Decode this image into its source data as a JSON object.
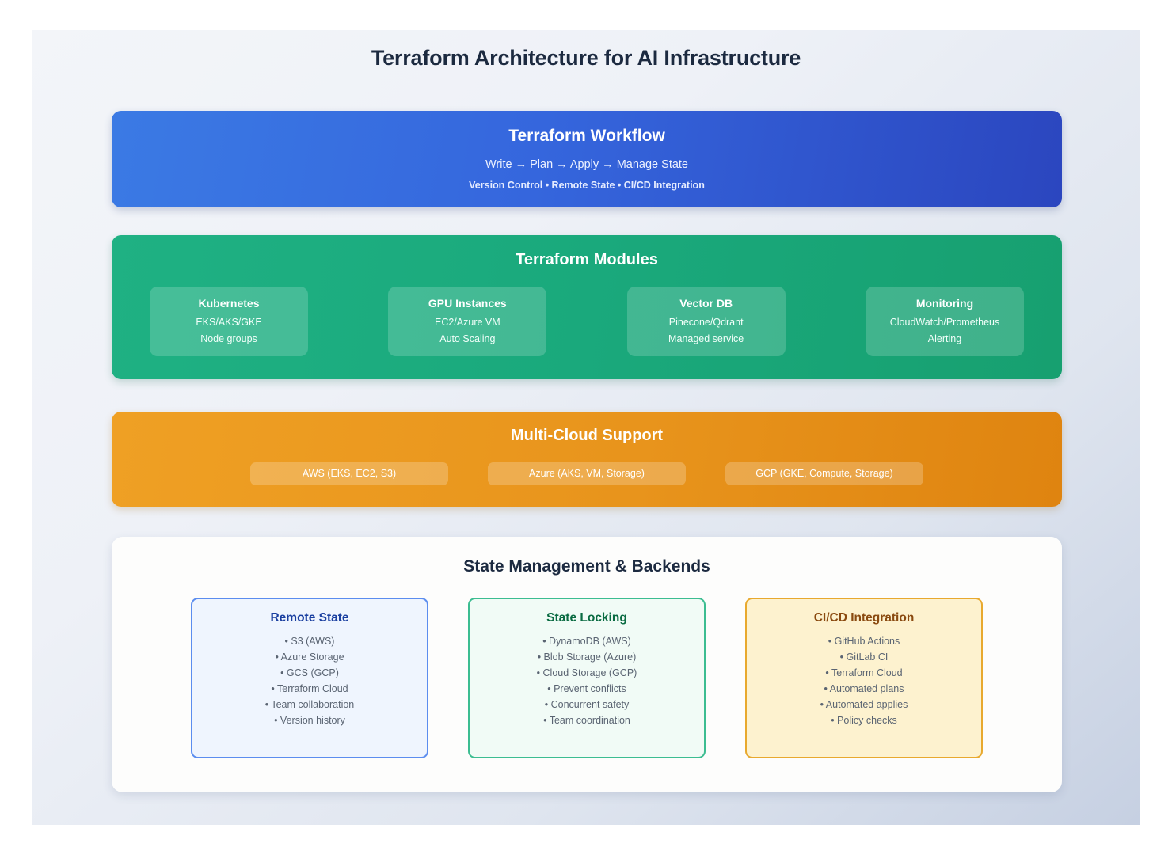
{
  "page": {
    "title": "Terraform Architecture for AI Infrastructure"
  },
  "workflow": {
    "title": "Terraform Workflow",
    "flow": "Write → Plan → Apply → Manage State",
    "features": "Version Control • Remote State • CI/CD Integration",
    "color": "#3566dd"
  },
  "modules": {
    "title": "Terraform Modules",
    "color": "#1aa97c",
    "cards": [
      {
        "title": "Kubernetes",
        "line1": "EKS/AKS/GKE",
        "line2": "Node groups"
      },
      {
        "title": "GPU Instances",
        "line1": "EC2/Azure VM",
        "line2": "Auto Scaling"
      },
      {
        "title": "Vector DB",
        "line1": "Pinecone/Qdrant",
        "line2": "Managed service"
      },
      {
        "title": "Monitoring",
        "line1": "CloudWatch/Prometheus",
        "line2": "Alerting"
      }
    ]
  },
  "multicloud": {
    "title": "Multi-Cloud Support",
    "color": "#e8941c",
    "pills": [
      {
        "label": "AWS (EKS, EC2, S3)"
      },
      {
        "label": "Azure (AKS, VM, Storage)"
      },
      {
        "label": "GCP (GKE, Compute, Storage)"
      }
    ]
  },
  "state_management": {
    "title": "State Management & Backends",
    "cards": [
      {
        "title": "Remote State",
        "border_color": "#5b8def",
        "bg_color": "#eff5fe",
        "title_color": "#1a3fa0",
        "items": [
          "• S3 (AWS)",
          "• Azure Storage",
          "• GCS (GCP)",
          "• Terraform Cloud",
          "• Team collaboration",
          "• Version history"
        ]
      },
      {
        "title": "State Locking",
        "border_color": "#3cbd91",
        "bg_color": "#f1fbf6",
        "title_color": "#0a6b42",
        "items": [
          "• DynamoDB (AWS)",
          "• Blob Storage (Azure)",
          "• Cloud Storage (GCP)",
          "• Prevent conflicts",
          "• Concurrent safety",
          "• Team coordination"
        ]
      },
      {
        "title": "CI/CD Integration",
        "border_color": "#e8a92e",
        "bg_color": "#fdf2cf",
        "title_color": "#8a4a10",
        "items": [
          "• GitHub Actions",
          "• GitLab CI",
          "• Terraform Cloud",
          "• Automated plans",
          "• Automated applies",
          "• Policy checks"
        ]
      }
    ]
  }
}
